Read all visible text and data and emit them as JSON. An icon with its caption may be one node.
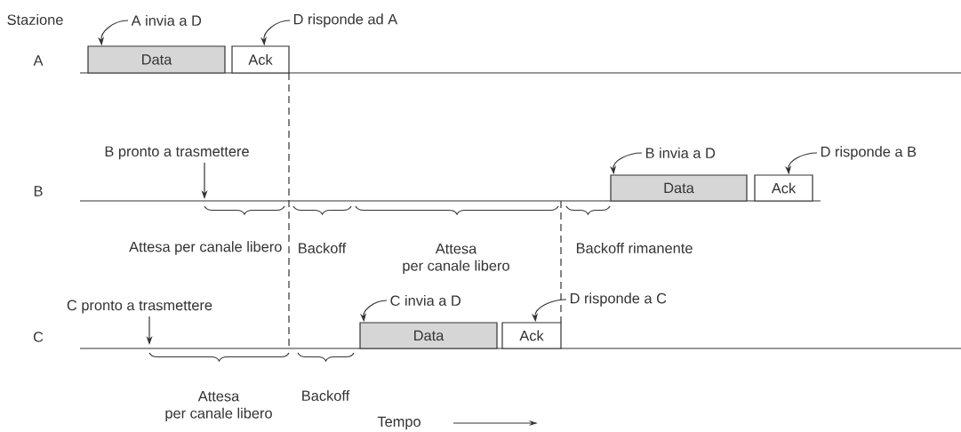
{
  "diagram": {
    "nodes": [
      {
        "text": [
          "Data"
        ]
      },
      {
        "text": [
          "Ack"
        ]
      },
      {
        "text": [
          "Data"
        ]
      },
      {
        "text": [
          "Ack"
        ]
      },
      {
        "text": [
          "Data"
        ]
      },
      {
        "text": [
          "Ack"
        ]
      },
      {
        "text": [
          "A invia a D"
        ]
      },
      {
        "text": [
          "D risponde ad A"
        ]
      },
      {
        "text": [
          "B invia a D"
        ]
      },
      {
        "text": [
          "D risponde a B"
        ]
      },
      {
        "text": [
          "C invia a D"
        ]
      },
      {
        "text": [
          "D risponde a C"
        ]
      },
      {
        "text": [
          "B pronto a trasmettere"
        ]
      },
      {
        "text": [
          "C pronto a trasmettere"
        ]
      }
    ],
    "edges": [
      {
        "from": 6,
        "to": 0,
        "arrow": "to"
      },
      {
        "from": 7,
        "to": 1,
        "arrow": "to"
      },
      {
        "from": 8,
        "to": 2,
        "arrow": "to"
      },
      {
        "from": 9,
        "to": 3,
        "arrow": "to"
      },
      {
        "from": 10,
        "to": 4,
        "arrow": "to"
      },
      {
        "from": 11,
        "to": 5,
        "arrow": "to"
      },
      {
        "from": 12,
        "to": null,
        "arrow": "to"
      },
      {
        "from": 13,
        "to": null,
        "arrow": "to"
      }
    ],
    "labels": [
      "Stazione",
      "A",
      "B",
      "C",
      "Attesa per canale libero",
      "Backoff",
      "Attesa per canale libero",
      "Backoff rimanente",
      "Attesa per canale libero",
      "Backoff",
      "Tempo"
    ]
  }
}
